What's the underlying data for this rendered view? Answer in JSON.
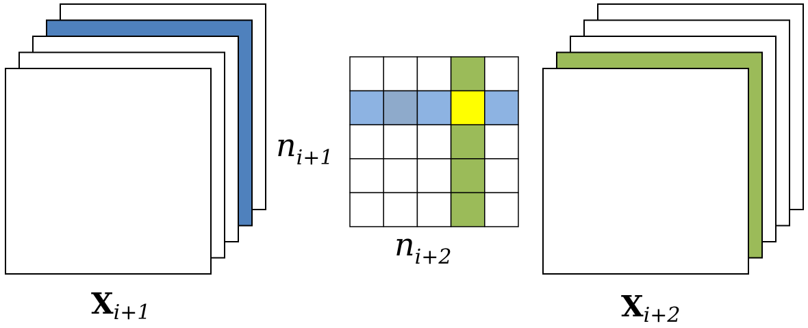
{
  "labels": {
    "left_stack": {
      "base": "X",
      "subscript": "i+1"
    },
    "right_stack": {
      "base": "X",
      "subscript": "i+2"
    },
    "grid_rows": {
      "base": "n",
      "subscript": "i+1"
    },
    "grid_cols": {
      "base": "n",
      "subscript": "i+2"
    }
  },
  "grid": {
    "rows": 5,
    "cols": 5,
    "highlight_row": 1,
    "highlight_col": 3
  },
  "stacks": {
    "left": {
      "layers": 5,
      "highlight_layer": 3
    },
    "right": {
      "layers": 5,
      "highlight_layer": 1
    }
  },
  "colors": {
    "row_highlight": "#8DB3E2",
    "row_highlight_dark": "#8EAACB",
    "col_highlight": "#9BBB59",
    "intersection": "#FFFF00",
    "left_stack_layer": "#4F81BD",
    "right_stack_layer": "#9BBB59",
    "stroke": "#000000"
  }
}
